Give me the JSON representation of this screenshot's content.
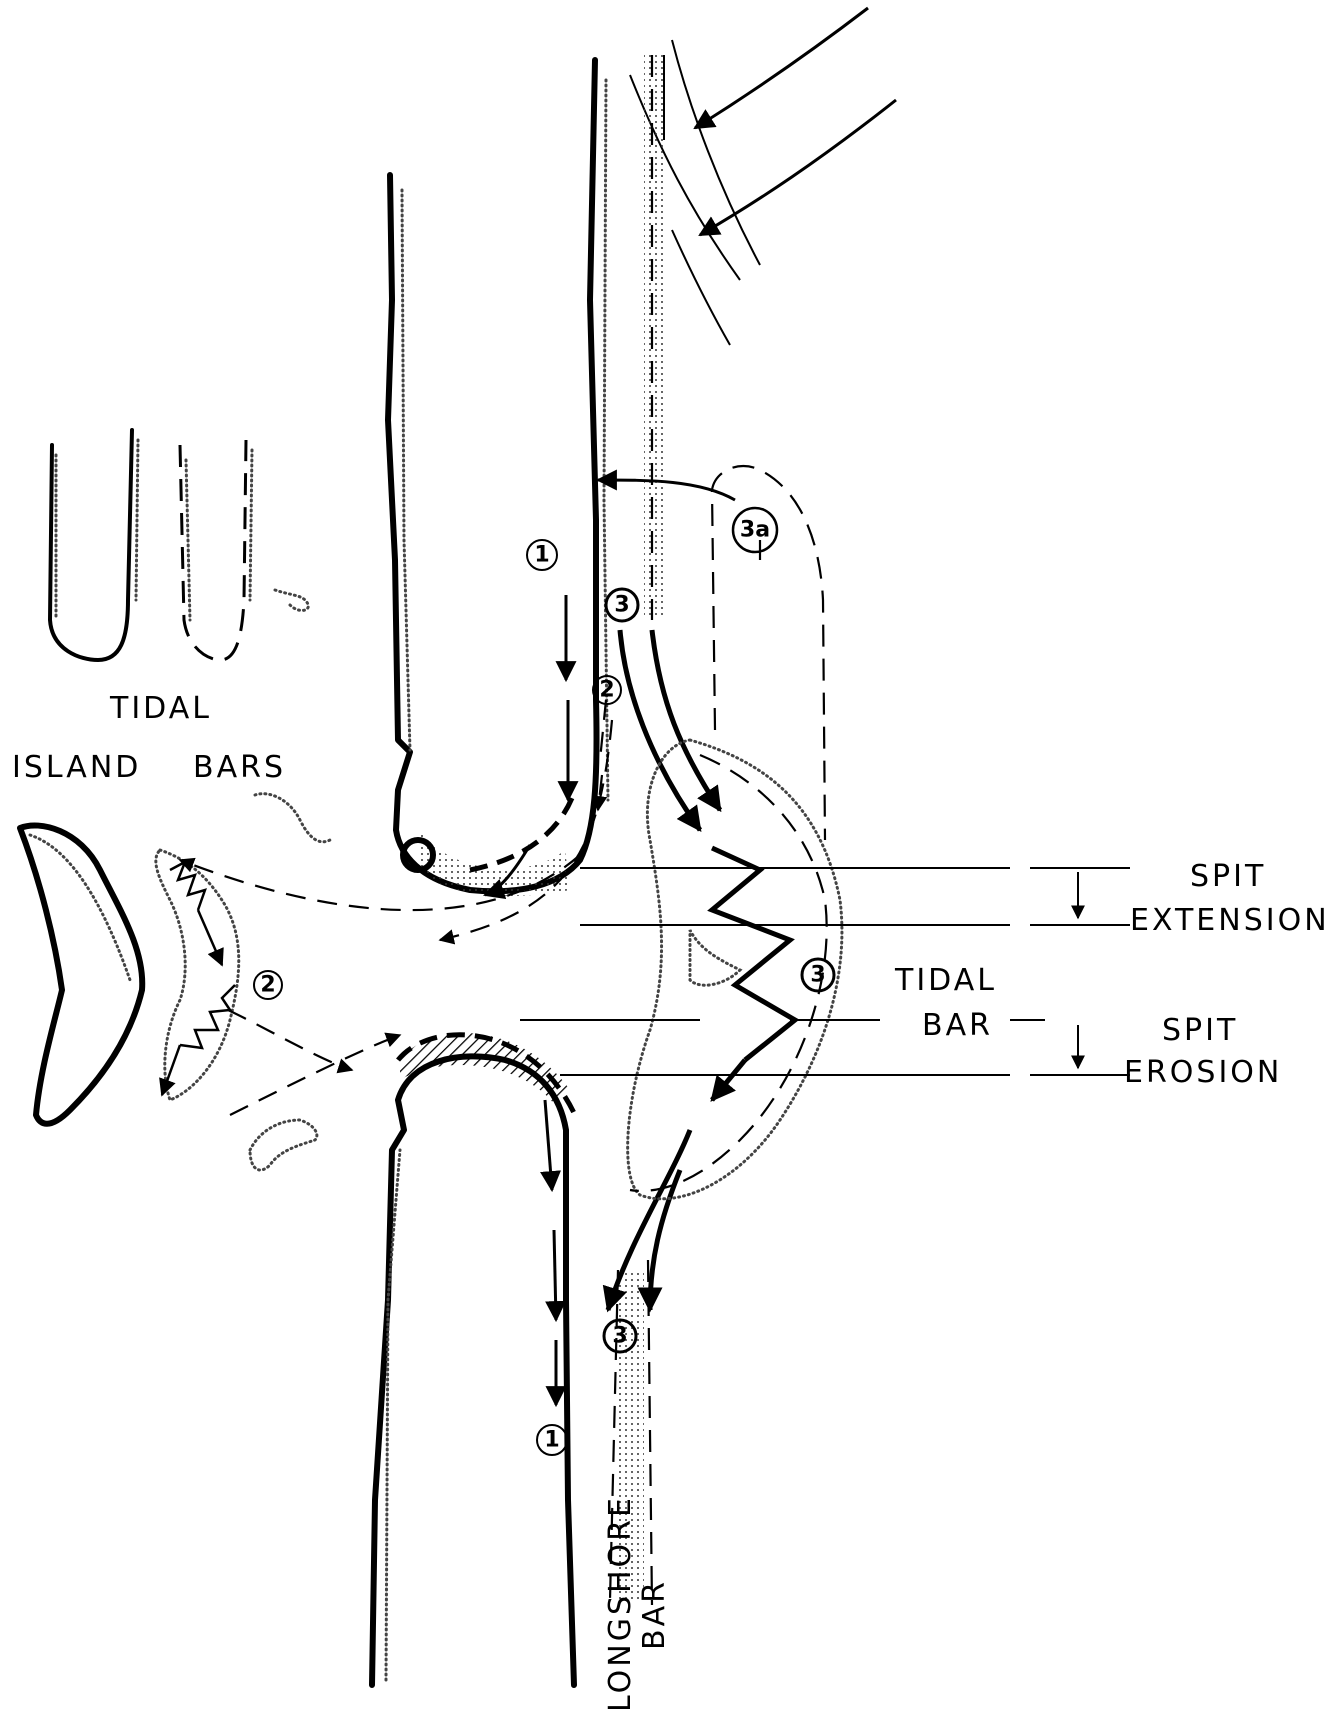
{
  "labels": {
    "tidal": "TIDAL",
    "island": "ISLAND",
    "bars": "BARS",
    "spit_extension_1": "SPIT",
    "spit_extension_2": "EXTENSION",
    "tidal_bar_1": "TIDAL",
    "tidal_bar_2": "BAR",
    "spit_erosion_1": "SPIT",
    "spit_erosion_2": "EROSION",
    "longshore_bar_1": "LONGSHORE",
    "longshore_bar_2": "BAR"
  },
  "markers": {
    "m1_top": "1",
    "m1_bottom": "1",
    "m2_channel": "2",
    "m2_left": "2",
    "m3_top": "3",
    "m3_middle": "3",
    "m3_bottom": "3",
    "m3a": "3a"
  }
}
